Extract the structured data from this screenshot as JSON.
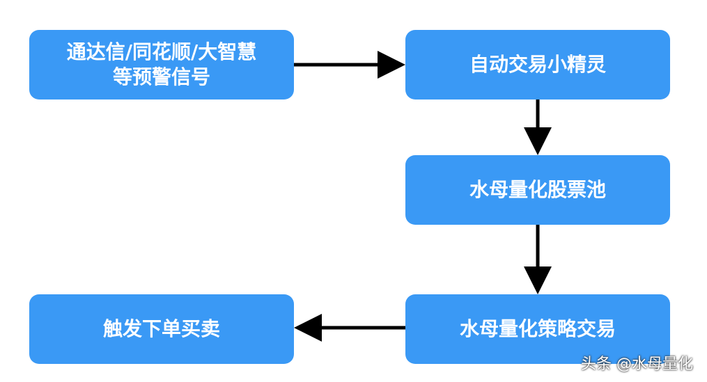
{
  "diagram": {
    "nodes": {
      "signals": "通达信/同花顺/大智慧\n等预警信号",
      "elf": "自动交易小精灵",
      "pool": "水母量化股票池",
      "strategy": "水母量化策略交易",
      "trade": "触发下单买卖"
    },
    "edges": [
      {
        "from": "signals",
        "to": "elf"
      },
      {
        "from": "elf",
        "to": "pool"
      },
      {
        "from": "pool",
        "to": "strategy"
      },
      {
        "from": "strategy",
        "to": "trade"
      }
    ],
    "colors": {
      "box": "#3a99f5",
      "text": "#ffffff",
      "arrow": "#000000"
    }
  },
  "watermark": "头条 @水母量化"
}
